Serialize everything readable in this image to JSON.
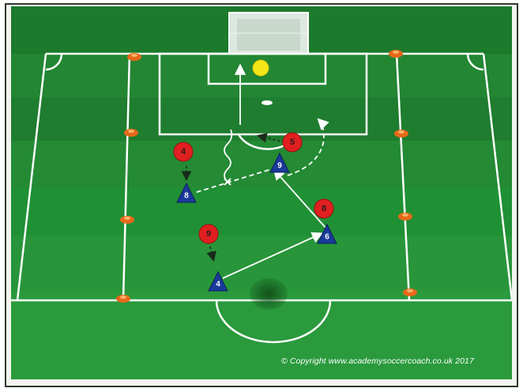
{
  "diagram": {
    "copyright": "© Copyright www.academysoccercoach.co.uk 2017",
    "colors": {
      "pitch_dark": "#1e7a2e",
      "pitch_light": "#2d9a3a",
      "line": "#ffffff",
      "red_player": "#e02020",
      "blue_player": "#1a3a9a",
      "cone": "#e8681a",
      "ball": "#f5e619"
    },
    "red_players": [
      {
        "label": "4"
      },
      {
        "label": "5"
      },
      {
        "label": "8"
      },
      {
        "label": "9"
      }
    ],
    "blue_players": [
      {
        "label": "8"
      },
      {
        "label": "9"
      },
      {
        "label": "6"
      },
      {
        "label": "4"
      }
    ],
    "legend_icons": [
      "goal-icon",
      "ball-icon",
      "cone-icon"
    ]
  }
}
